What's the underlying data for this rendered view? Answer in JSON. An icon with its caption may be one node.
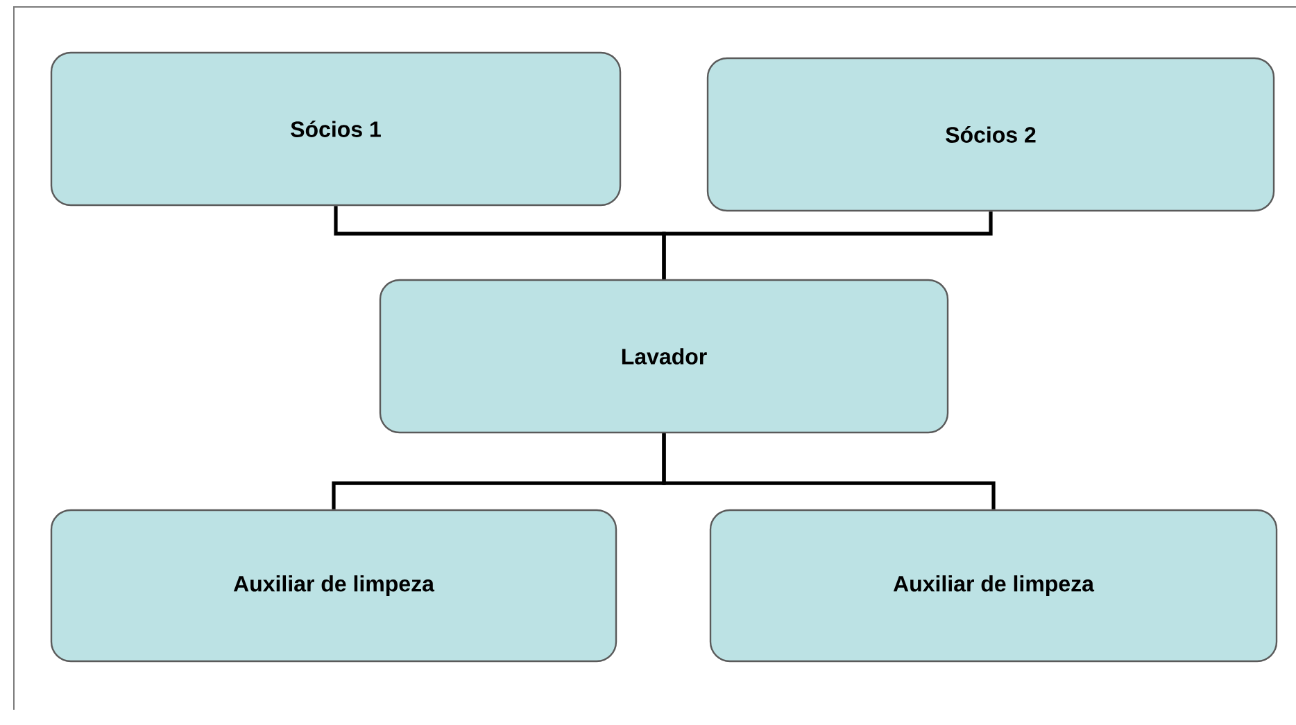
{
  "diagram": {
    "nodes": [
      {
        "text": [
          "Sócios 1"
        ]
      },
      {
        "text": [
          "Sócios 2"
        ]
      },
      {
        "text": [
          "Lavador"
        ]
      },
      {
        "text": [
          "Auxiliar de limpeza"
        ]
      },
      {
        "text": [
          "Auxiliar de limpeza"
        ]
      }
    ],
    "edges": [
      {
        "from": 0,
        "to": 2,
        "arrow": "none"
      },
      {
        "from": 1,
        "to": 2,
        "arrow": "none"
      },
      {
        "from": 2,
        "to": 3,
        "arrow": "none"
      },
      {
        "from": 2,
        "to": 4,
        "arrow": "none"
      }
    ]
  }
}
